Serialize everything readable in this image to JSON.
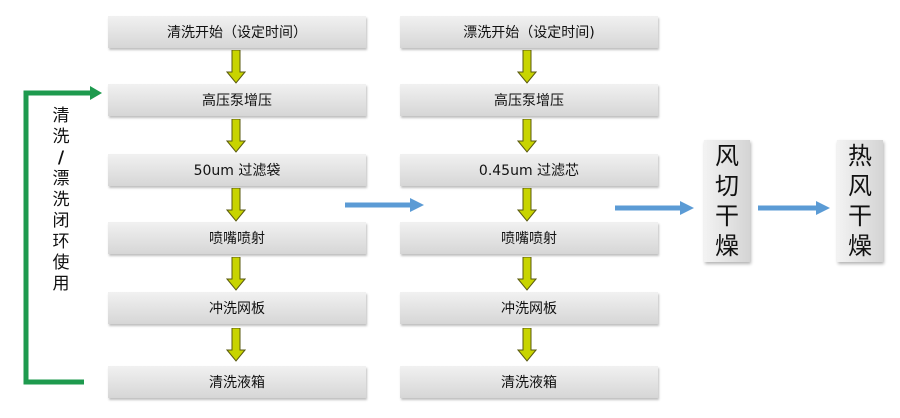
{
  "wash_column": {
    "steps": [
      "清洗开始（设定时间）",
      "高压泵增压",
      "50um 过滤袋",
      "喷嘴喷射",
      "冲洗网板",
      "清洗液箱"
    ]
  },
  "rinse_column": {
    "steps": [
      "漂洗开始（设定时间)",
      "高压泵增压",
      "0.45um 过滤芯",
      "喷嘴喷射",
      "冲洗网板",
      "清洗液箱"
    ]
  },
  "loop_label": [
    "清",
    "洗",
    "/",
    "漂",
    "洗",
    "闭",
    "环",
    "使",
    "用"
  ],
  "air_dry": [
    "风",
    "切",
    "干",
    "燥"
  ],
  "hot_dry": [
    "热",
    "风",
    "干",
    "燥"
  ],
  "colors": {
    "down_arrow_fill": "#c8d400",
    "down_arrow_stroke": "#5a5a10",
    "loop_green": "#1e9a4e",
    "flow_blue": "#5b9bd5"
  }
}
